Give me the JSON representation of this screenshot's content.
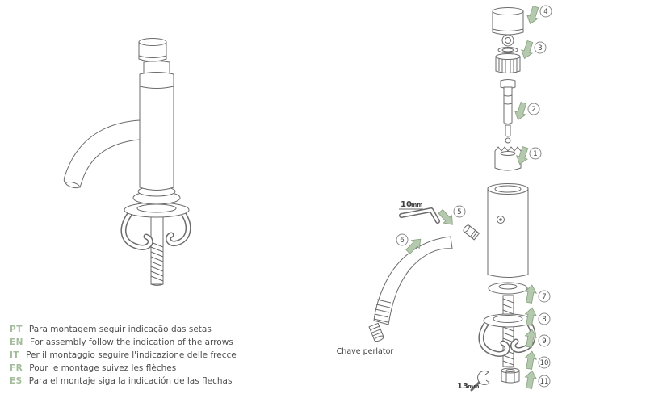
{
  "page": {
    "background": "#ffffff"
  },
  "colors": {
    "line": "#6b6b6b",
    "arrow_fill": "#b5c9ae",
    "arrow_stroke": "#86a07e",
    "lang_code": "#a3bd9c",
    "text": "#4d4d4d"
  },
  "steps": [
    "1",
    "2",
    "3",
    "4",
    "5",
    "6",
    "7",
    "8",
    "9",
    "10",
    "11"
  ],
  "labels": {
    "allen_key": {
      "size": "10",
      "unit": "mm"
    },
    "wrench": {
      "size": "13",
      "unit": "mm"
    },
    "perlator_tool": "Chave perlator"
  },
  "instructions": [
    {
      "lang": "PT",
      "text": "Para montagem seguir indicação das setas"
    },
    {
      "lang": "EN",
      "text": "For assembly follow the indication of the arrows"
    },
    {
      "lang": "IT",
      "text": "Per il montaggio seguire l'indicazione delle frecce"
    },
    {
      "lang": "FR",
      "text": "Pour le montage suivez les flèches"
    },
    {
      "lang": "ES",
      "text": "Para el montaje siga la indicación de las flechas"
    }
  ]
}
